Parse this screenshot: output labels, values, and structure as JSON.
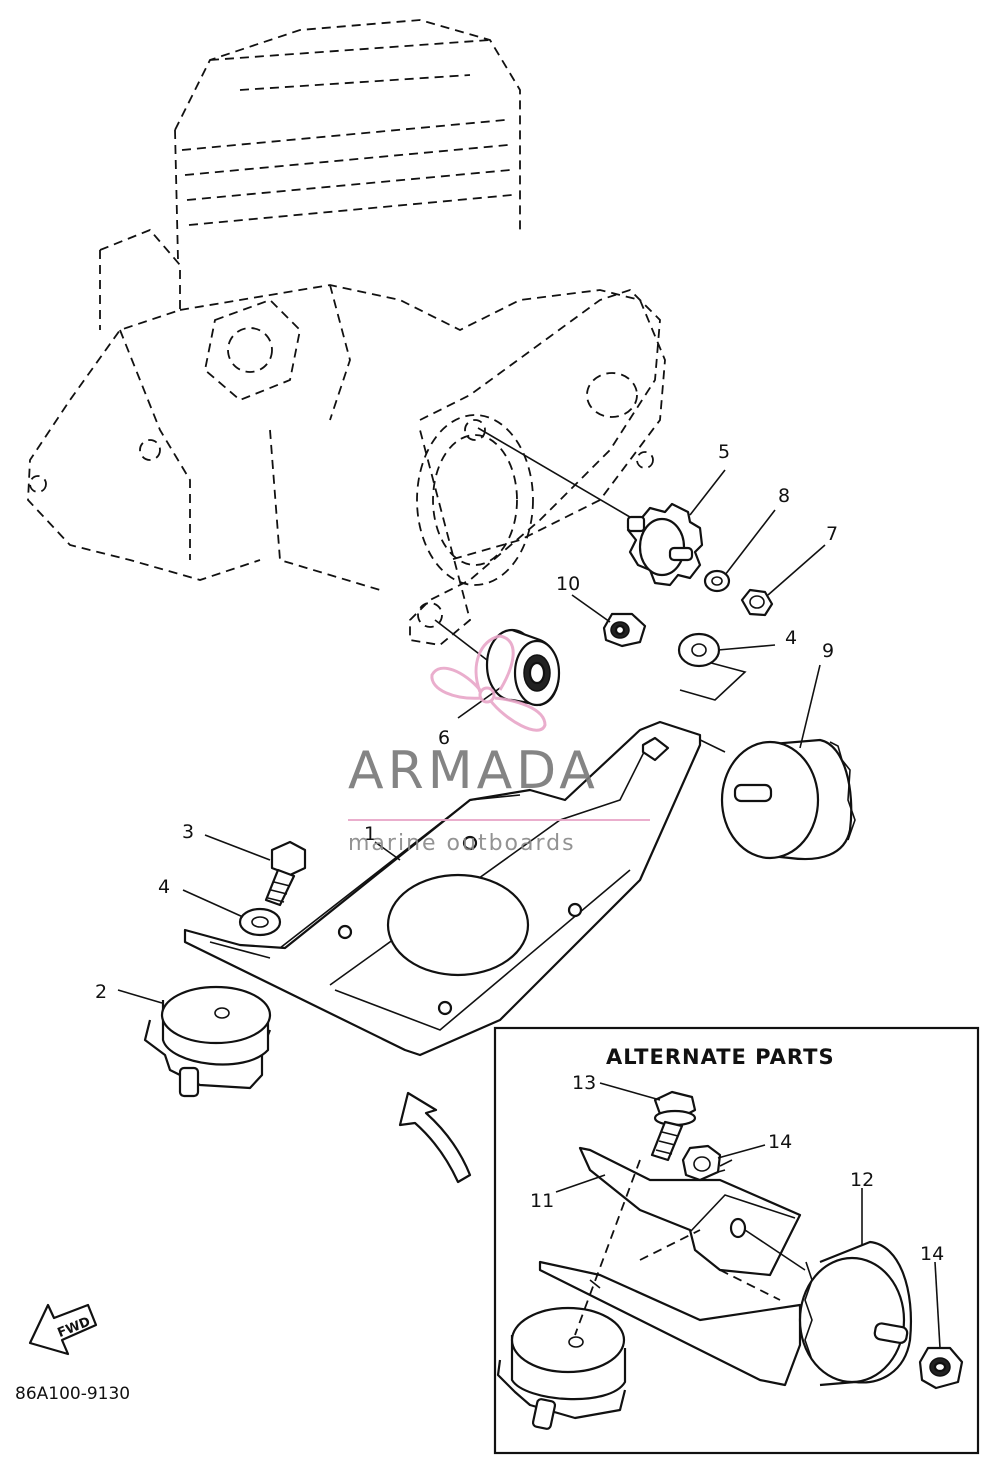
{
  "callouts": {
    "c1": "1",
    "c2": "2",
    "c3": "3",
    "c4a": "4",
    "c4b": "4",
    "c5": "5",
    "c6": "6",
    "c7": "7",
    "c8": "8",
    "c9": "9",
    "c10": "10",
    "c11": "11",
    "c12": "12",
    "c13": "13",
    "c14a": "14",
    "c14b": "14"
  },
  "inset_title": "ALTERNATE PARTS",
  "fwd_label": "FWD",
  "diagram_code": "86A100-9130",
  "watermark": {
    "brand": "ARMADA",
    "tagline": "marine outboards",
    "logo_color": "#e8a6c8"
  }
}
